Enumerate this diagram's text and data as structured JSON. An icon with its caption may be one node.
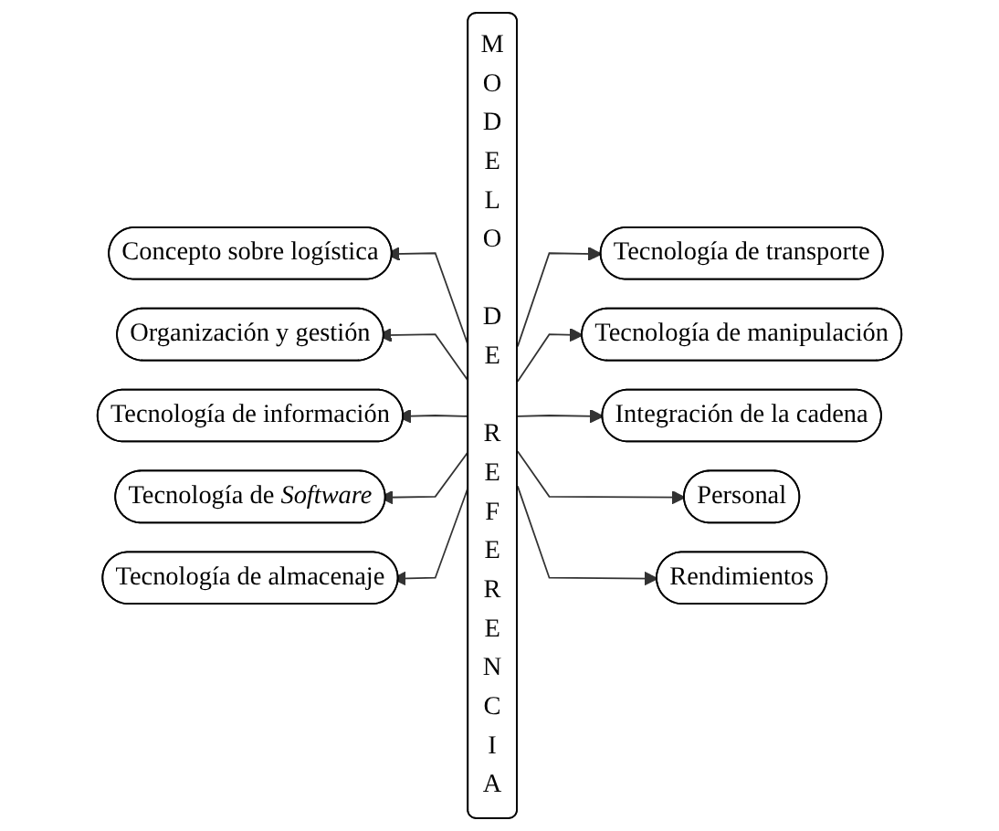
{
  "diagram": {
    "nodes": [
      {
        "text": [
          "Concepto sobre logística"
        ]
      },
      {
        "text": [
          "MODELO DE REFERENCIA"
        ]
      },
      {
        "text": [
          "Tecnología de transporte"
        ]
      },
      {
        "text": [
          "Organización y gestión"
        ]
      },
      {
        "text": [
          "Tecnología de manipulación"
        ]
      },
      {
        "text": [
          "Tecnología de información"
        ]
      },
      {
        "text": [
          "Integración de la cadena"
        ]
      },
      {
        "text": [
          "Tecnología de *Software*"
        ]
      },
      {
        "text": [
          "Personal"
        ]
      },
      {
        "text": [
          "Tecnología de almacenaje"
        ]
      },
      {
        "text": [
          "Rendimientos"
        ]
      }
    ],
    "edges": [
      {
        "from": 1,
        "to": 0,
        "arrow": "to"
      },
      {
        "from": 1,
        "to": 2,
        "arrow": "to"
      },
      {
        "from": 1,
        "to": 3,
        "arrow": "to"
      },
      {
        "from": 1,
        "to": 4,
        "arrow": "to"
      },
      {
        "from": 1,
        "to": 5,
        "arrow": "to"
      },
      {
        "from": 1,
        "to": 6,
        "arrow": "to"
      },
      {
        "from": 1,
        "to": 7,
        "arrow": "to"
      },
      {
        "from": 1,
        "to": 8,
        "arrow": "to"
      },
      {
        "from": 1,
        "to": 9,
        "arrow": "to"
      },
      {
        "from": 1,
        "to": 10,
        "arrow": "to"
      }
    ]
  }
}
